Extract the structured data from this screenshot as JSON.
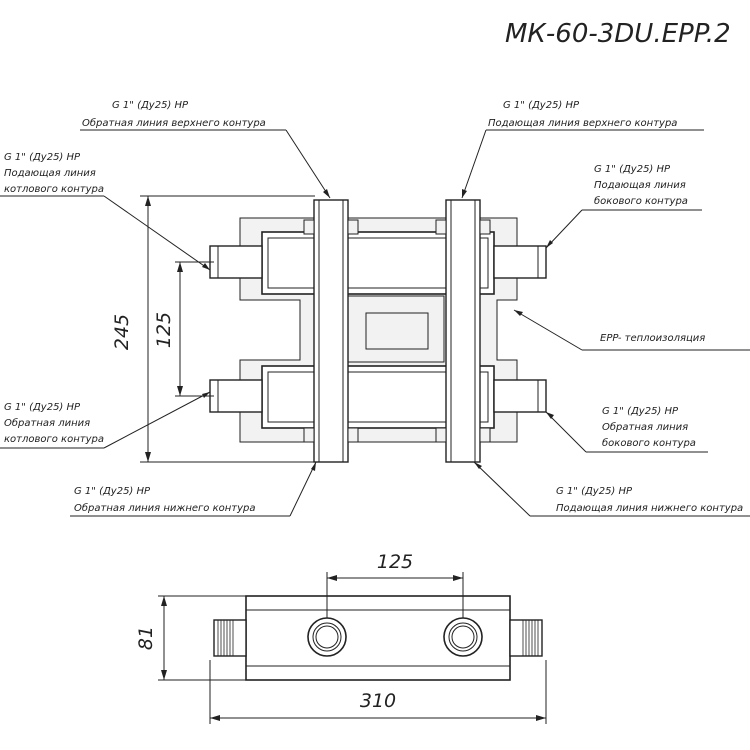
{
  "title": "МК-60-3DU.EPP.2",
  "callouts": {
    "top_left": {
      "spec": "G 1\" (Ду25) НР",
      "desc": "Обратная линия верхнего контура"
    },
    "top_right": {
      "spec": "G 1\" (Ду25) НР",
      "desc": "Подающая линия верхнего контура"
    },
    "left_upper": {
      "spec": "G 1\" (Ду25) НР",
      "line1": "Подающая линия",
      "line2": "котлового контура"
    },
    "right_upper": {
      "spec": "G 1\" (Ду25) НР",
      "line1": "Подающая линия",
      "line2": "бокового контура"
    },
    "insulation": {
      "desc": "EPP- теплоизоляция"
    },
    "left_lower": {
      "spec": "G 1\" (Ду25) НР",
      "line1": "Обратная линия",
      "line2": "котлового контура"
    },
    "right_lower": {
      "spec": "G 1\" (Ду25) НР",
      "line1": "Обратная линия",
      "line2": "бокового контура"
    },
    "bottom_left": {
      "spec": "G 1\" (Ду25) НР",
      "desc": "Обратная линия нижнего контура"
    },
    "bottom_right": {
      "spec": "G 1\" (Ду25) НР",
      "desc": "Подающая линия нижнего контура"
    }
  },
  "dimensions": {
    "overall_height": "245",
    "side_spacing": "125",
    "top_spacing": "125",
    "depth": "81",
    "length": "310"
  }
}
